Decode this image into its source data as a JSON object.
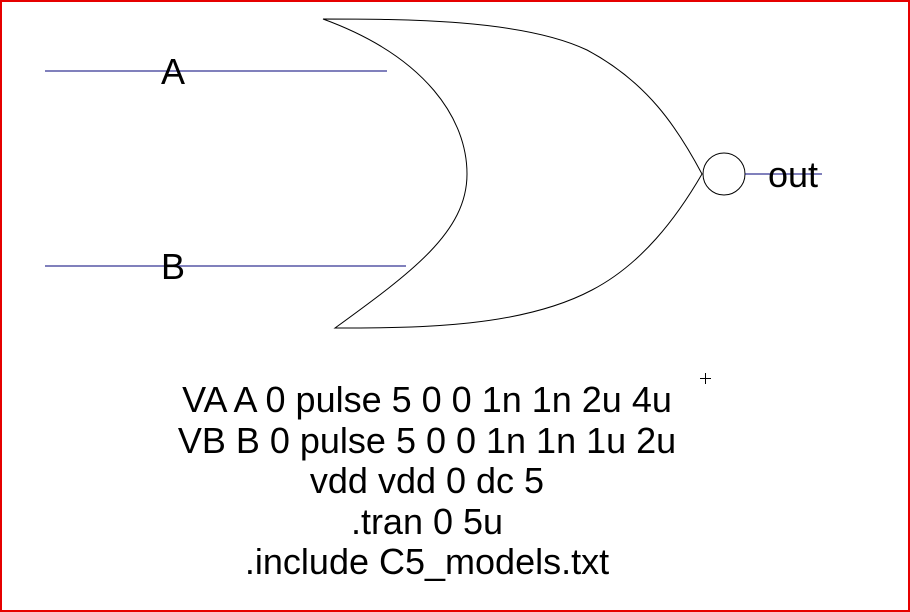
{
  "schematic": {
    "gate_type": "NOR",
    "frame_color": "#e60000",
    "wire_color": "#00007a",
    "gate_outline_color": "#000000",
    "pins": {
      "input_a": "A",
      "input_b": "B",
      "output": "out"
    }
  },
  "netlist": {
    "lines": [
      "VA A 0 pulse 5 0 0 1n 1n 2u 4u",
      "VB B 0 pulse 5 0 0 1n 1n 1u 2u",
      "vdd vdd 0 dc 5",
      ".tran 0 5u",
      ".include C5_models.txt"
    ]
  }
}
